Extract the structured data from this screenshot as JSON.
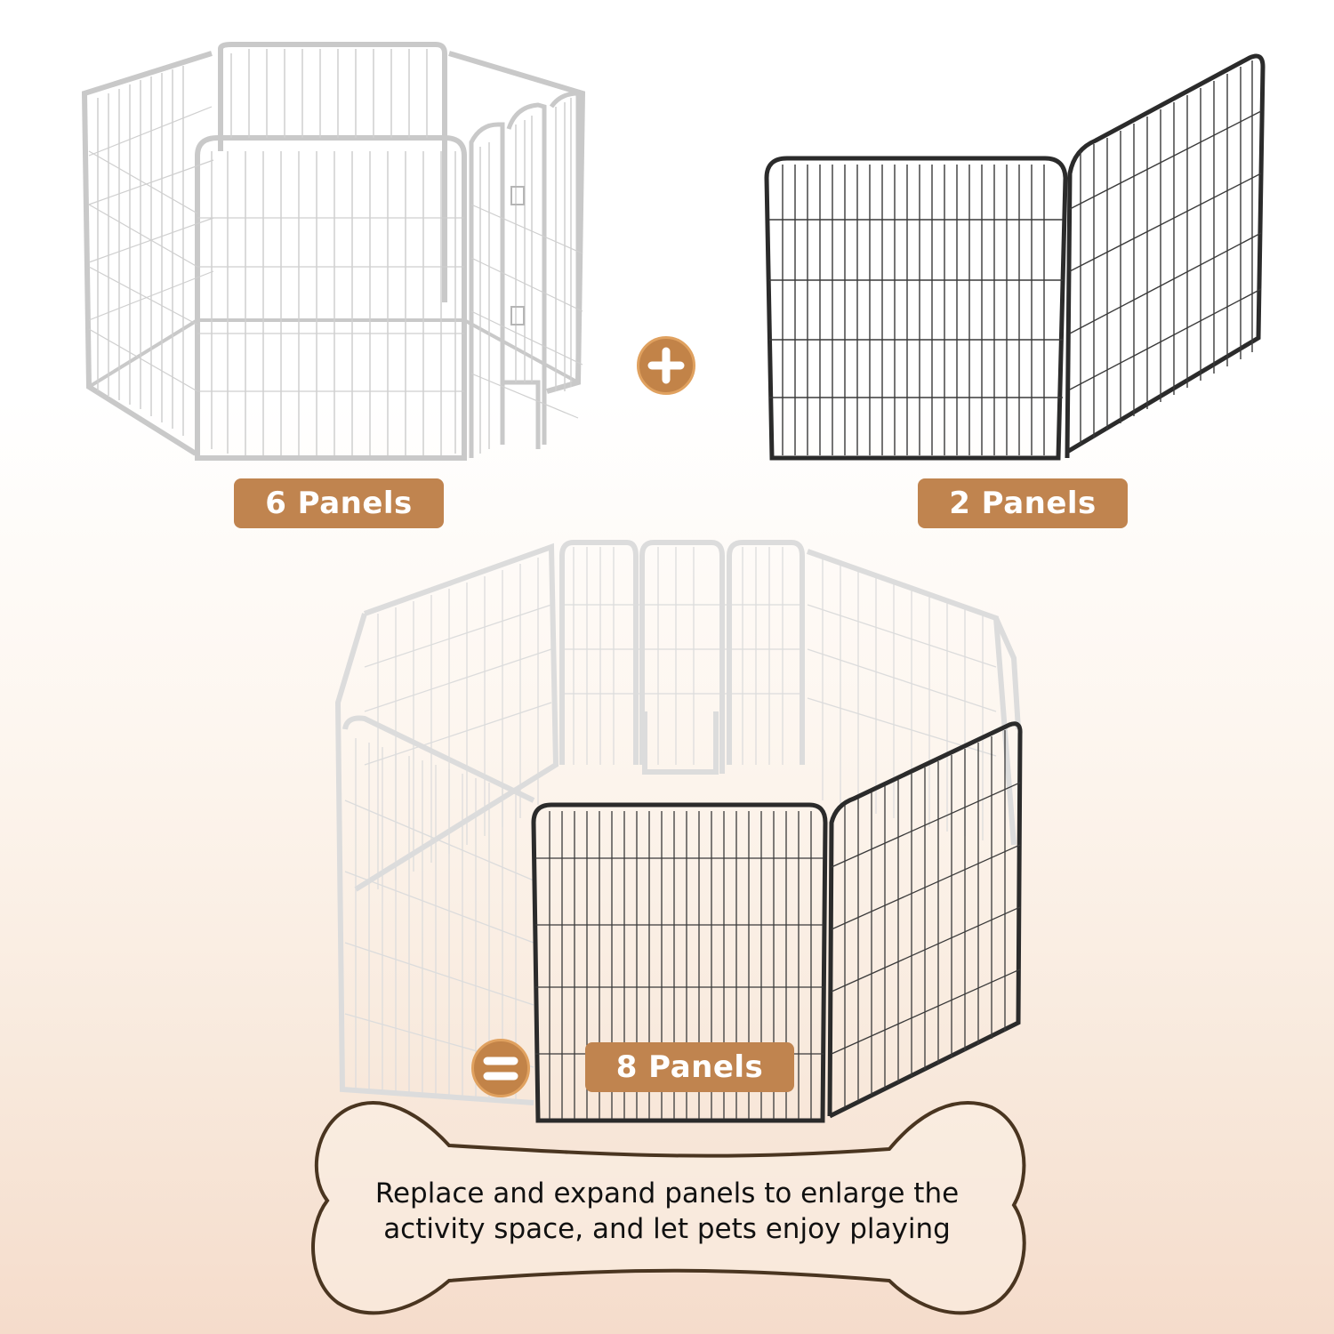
{
  "top_left": {
    "label": "6 Panels",
    "panel_color": "#c8c8c8",
    "panel_count": 6
  },
  "top_right": {
    "label": "2 Panels",
    "panel_color": "#2b2b2b",
    "panel_count": 2
  },
  "operator_plus": {
    "icon": "plus-icon",
    "color": "#c28348"
  },
  "operator_equals": {
    "icon": "equals-icon",
    "color": "#c28348"
  },
  "bottom": {
    "label": "8 Panels",
    "panel_count": 8
  },
  "caption": {
    "line1": "Replace and expand panels to enlarge the",
    "line2": "activity space, and let pets enjoy playing"
  },
  "colors": {
    "badge": "#c0844f",
    "bone_outline": "#4a3520",
    "bone_fill": "#fbf1e6"
  }
}
